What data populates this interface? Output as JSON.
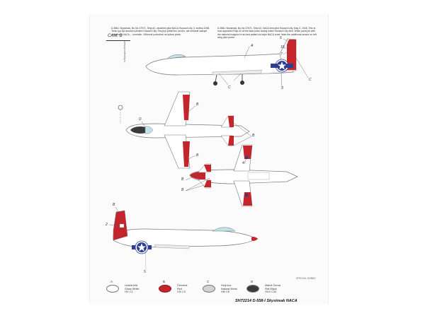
{
  "header": {
    "text_cz": "D-558-I Skystreak, Bu No 37971, Ship #2, zkušební pilot NACA Howard Lilly, 3. května 1948. Tento typ byl zkoušen pilotem Howard Lilly. Stroj byl překřížen na bílo, ale nehledě zakryte označen v NACA ... kormidlo. Vůbecně podrobně na kýlové ploše.",
    "text_en": "D-558-I Skystreak, Bu No 37971, Ship #2, NACA test pilot Howard Lilly, May 3, 1948. This is how appeared Ship #2 at the fatal crash during which Howard Lilly died. White paint job with the national insignia in red and added old style NACA crest. Note the additional sensor on left wing pilot probe."
  },
  "camo_label": "CAM. B",
  "vertical_text": "www.specialhobby.eu",
  "callouts": {
    "a": "A",
    "b": "B",
    "c": "C",
    "d": "D",
    "n1": "1",
    "n2": "2",
    "n3": "3",
    "n4": "4",
    "n5": "5",
    "n6": "6",
    "n7": "7",
    "n10": "10"
  },
  "legend": [
    {
      "letter": "A",
      "line1": "Lesklá bílá",
      "line2": "Gloss White",
      "line3": "H1/ C1",
      "color": "#ffffff"
    },
    {
      "letter": "B",
      "line1": "Červená",
      "line2": "Red",
      "line3": "H3/ C3",
      "color": "#c4242b"
    },
    {
      "letter": "C",
      "line1": "Holý kov",
      "line2": "Natural Metal",
      "line3": "H8/ C8",
      "color": "#d2d3d5"
    },
    {
      "letter": "D",
      "line1": "Matně Černá",
      "line2": "Flat Black",
      "line3": "H12/ C33",
      "color": "#3a3a3a"
    }
  ],
  "footer": {
    "title": "SH72214 D-558-I Skystreak NACA"
  },
  "brand": "SPECIAL HOBBY",
  "colors": {
    "white": "#ffffff",
    "red": "#c4242b",
    "metal": "#d2d3d5",
    "black": "#3a3a3a",
    "roundel_blue": "#2e3f8f"
  }
}
